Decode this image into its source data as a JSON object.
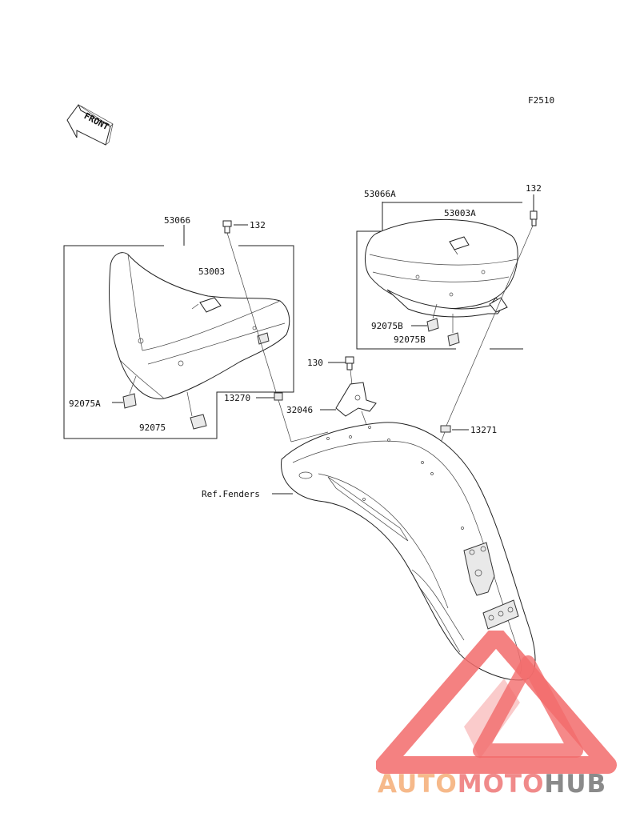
{
  "diagram_code": "F2510",
  "front_label": "FRONT",
  "labels": {
    "p53066": "53066",
    "p132_left": "132",
    "p53003": "53003",
    "p92075A": "92075A",
    "p92075": "92075",
    "p13270": "13270",
    "p32046": "32046",
    "p130": "130",
    "p53066A": "53066A",
    "p132_right": "132",
    "p53003A": "53003A",
    "p92075B_top": "92075B",
    "p92075B_bottom": "92075B",
    "p13271": "13271",
    "ref_fenders": "Ref.Fenders"
  },
  "watermark": {
    "part1": "AUTO",
    "part2": "MOTO",
    "part3": "HUB",
    "colors": {
      "auto": "#f6b98a",
      "moto": "#f08a8a",
      "hub": "#8a8a8a",
      "logo": "#f26b6b"
    }
  }
}
